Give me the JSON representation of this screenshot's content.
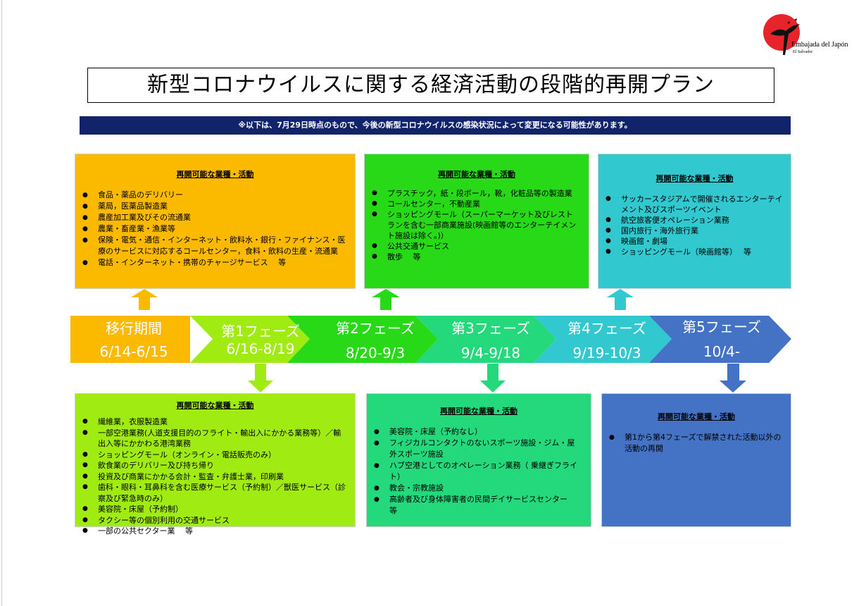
{
  "logo": {
    "line1": "Embajada del Japón",
    "line2": "El Salvador"
  },
  "title": "新型コロナウイルスに関する経済活動の段階的再開プラン",
  "notice": "※以下は、7月29日時点のもので、今後の新型コロナウイルスの感染状況によって変更になる可能性があります。",
  "phases": [
    {
      "name": "移行期間",
      "dates": "6/14-6/15",
      "color": "#fbb900"
    },
    {
      "name": "第1フェーズ",
      "dates": "6/16-8/19",
      "color": "#a0eb12"
    },
    {
      "name": "第2フェーズ",
      "dates": "8/20-9/3",
      "color": "#28d917"
    },
    {
      "name": "第3フェーズ",
      "dates": "9/4-9/18",
      "color": "#24d87c"
    },
    {
      "name": "第4フェーズ",
      "dates": "9/19-10/3",
      "color": "#32c8cf"
    },
    {
      "name": "第5フェーズ",
      "dates": "10/4-",
      "color": "#4472c4"
    }
  ],
  "boxes": {
    "transition": {
      "heading": "再開可能な業種・活動",
      "items": [
        "食品・薬品のデリバリー",
        "薬局，医薬品製造業",
        "農産加工業及びその流通業",
        "農業・畜産業・漁業等",
        "保険・電気・通信・インターネット・飲料水・銀行・ファイナンス・医療のサービスに対応するコールセンター，食料・飲料の生産・流通業",
        "電話・インターネット・携帯のチャージサービス　 等"
      ]
    },
    "phase1": {
      "heading": "再開可能な業種・活動",
      "items": [
        "繊維業，衣服製造業",
        "一部空港業務(人道支援目的のフライト・輸出入にかかる業務等）／輸出入等にかかわる港湾業務",
        "ショッピングモール（オンライン・電話販売のみ）",
        "飲食業のデリバリー及び持ち帰り",
        "投資及び商業にかかる会計・監査・弁護士業，印刷業",
        "歯科・眼科・耳鼻科を含む医療サービス（予約制）／獣医サービス（診察及び緊急時のみ）",
        "美容院・床屋（予約制）",
        "タクシー等の個別利用の交通サービス",
        "一部の公共セクター業　 等"
      ]
    },
    "phase2": {
      "heading": "再開可能な業種・活動",
      "items": [
        "プラスチック，紙・段ボール，靴，化粧品等の製造業",
        "コールセンター，不動産業",
        "ショッピングモール（スーパーマーケット及びレストランを含む一部商業施設(映画館等のエンターテイメント施設は除く。)）",
        "公共交通サービス",
        "散歩　 等"
      ]
    },
    "phase3": {
      "heading": "再開可能な業種・活動",
      "items": [
        "美容院・床屋（予約なし）",
        "フィジカルコンタクトのないスポーツ施設・ジム・屋外スポーツ施設",
        "ハブ空港としてのオペレーション業務（ 乗継ぎフライト）",
        "教会・宗教施設",
        "高齢者及び身体障害者の民間デイサービスセンター　 等"
      ]
    },
    "phase4": {
      "heading": "再開可能な業種・活動",
      "items": [
        "サッカースタジアムで開催されるエンターテイメント及びスポーツイベント",
        "航空旅客便オペレーション業務",
        "国内旅行・海外旅行業",
        "映画館・劇場",
        "ショッピングモール（映画館等）　 等"
      ]
    },
    "phase5": {
      "heading": "再開可能な業種・活動",
      "items": [
        "第1から第4フェーズで解禁された活動以外の活動の再開"
      ]
    }
  }
}
